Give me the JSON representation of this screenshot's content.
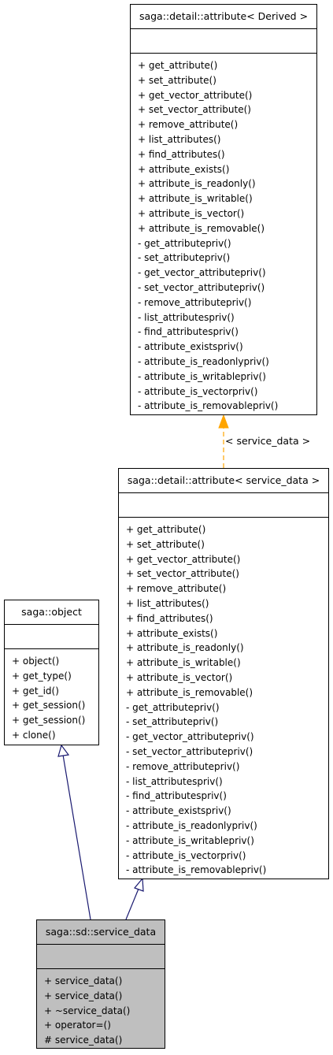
{
  "classes": {
    "template": {
      "title": "saga::detail::attribute< Derived >",
      "methods": [
        "+ get_attribute()",
        "+ set_attribute()",
        "+ get_vector_attribute()",
        "+ set_vector_attribute()",
        "+ remove_attribute()",
        "+ list_attributes()",
        "+ find_attributes()",
        "+ attribute_exists()",
        "+ attribute_is_readonly()",
        "+ attribute_is_writable()",
        "+ attribute_is_vector()",
        "+ attribute_is_removable()",
        "- get_attributepriv()",
        "- set_attributepriv()",
        "- get_vector_attributepriv()",
        "- set_vector_attributepriv()",
        "- remove_attributepriv()",
        "- list_attributespriv()",
        "- find_attributespriv()",
        "- attribute_existspriv()",
        "- attribute_is_readonlypriv()",
        "- attribute_is_writablepriv()",
        "- attribute_is_vectorpriv()",
        "- attribute_is_removablepriv()"
      ]
    },
    "instance": {
      "title": "saga::detail::attribute< service_data >",
      "methods": [
        "+ get_attribute()",
        "+ set_attribute()",
        "+ get_vector_attribute()",
        "+ set_vector_attribute()",
        "+ remove_attribute()",
        "+ list_attributes()",
        "+ find_attributes()",
        "+ attribute_exists()",
        "+ attribute_is_readonly()",
        "+ attribute_is_writable()",
        "+ attribute_is_vector()",
        "+ attribute_is_removable()",
        "- get_attributepriv()",
        "- set_attributepriv()",
        "- get_vector_attributepriv()",
        "- set_vector_attributepriv()",
        "- remove_attributepriv()",
        "- list_attributespriv()",
        "- find_attributespriv()",
        "- attribute_existspriv()",
        "- attribute_is_readonlypriv()",
        "- attribute_is_writablepriv()",
        "- attribute_is_vectorpriv()",
        "- attribute_is_removablepriv()"
      ]
    },
    "object": {
      "title": "saga::object",
      "methods": [
        "+ object()",
        "+ get_type()",
        "+ get_id()",
        "+ get_session()",
        "+ get_session()",
        "+ clone()"
      ]
    },
    "service_data": {
      "title": "saga::sd::service_data",
      "methods": [
        "+ service_data()",
        "+ service_data()",
        "+ ~service_data()",
        "+ operator=()",
        "# service_data()"
      ]
    }
  },
  "edges": {
    "template_binding_label": "< service_data >"
  },
  "colors": {
    "inheritance_arrow": "#191970",
    "template_arrow": "#ffa500",
    "highlight_fill": "#bfbfbf"
  }
}
